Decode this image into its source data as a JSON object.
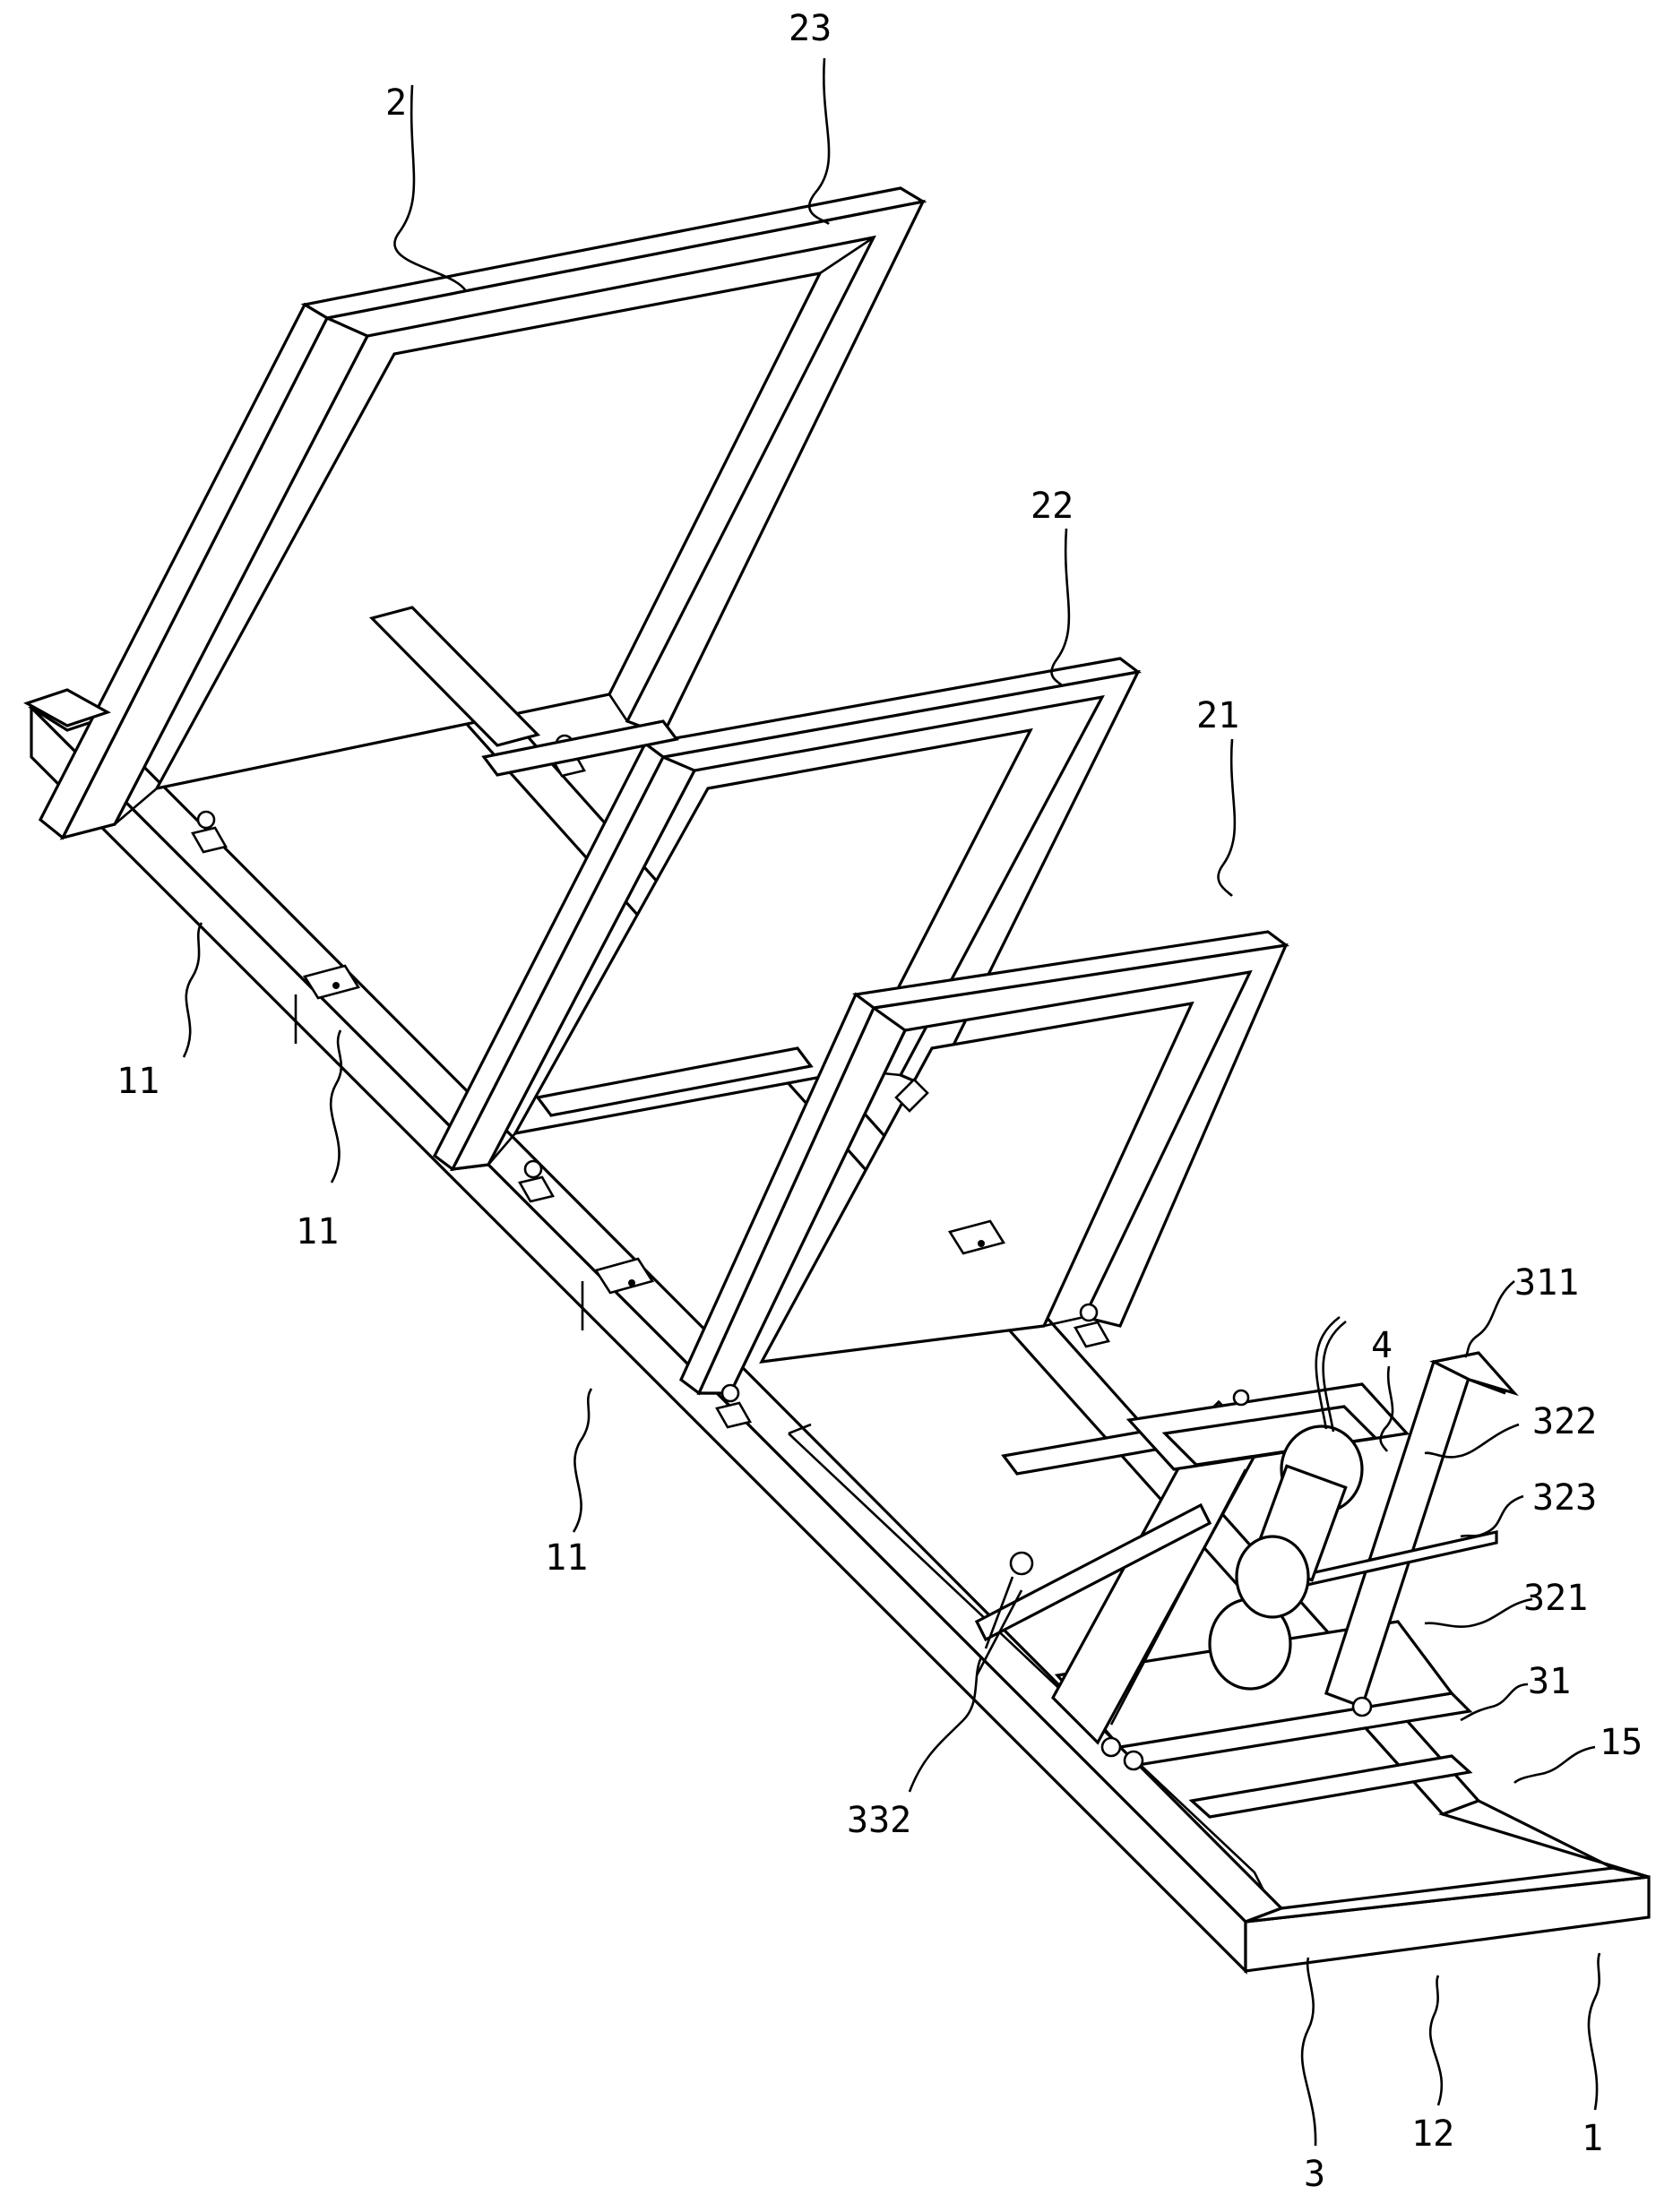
{
  "figure": {
    "labels": {
      "frame_top": "2",
      "frame_23": "23",
      "frame_22": "22",
      "frame_21": "21",
      "rail_upper": "11",
      "rail_middle": "11",
      "rail_lower": "11",
      "part_4": "4",
      "part_311": "311",
      "part_322": "322",
      "part_323": "323",
      "part_321": "321",
      "part_31": "31",
      "part_15": "15",
      "part_332": "332",
      "part_3": "3",
      "part_12": "12",
      "part_1": "1"
    }
  }
}
